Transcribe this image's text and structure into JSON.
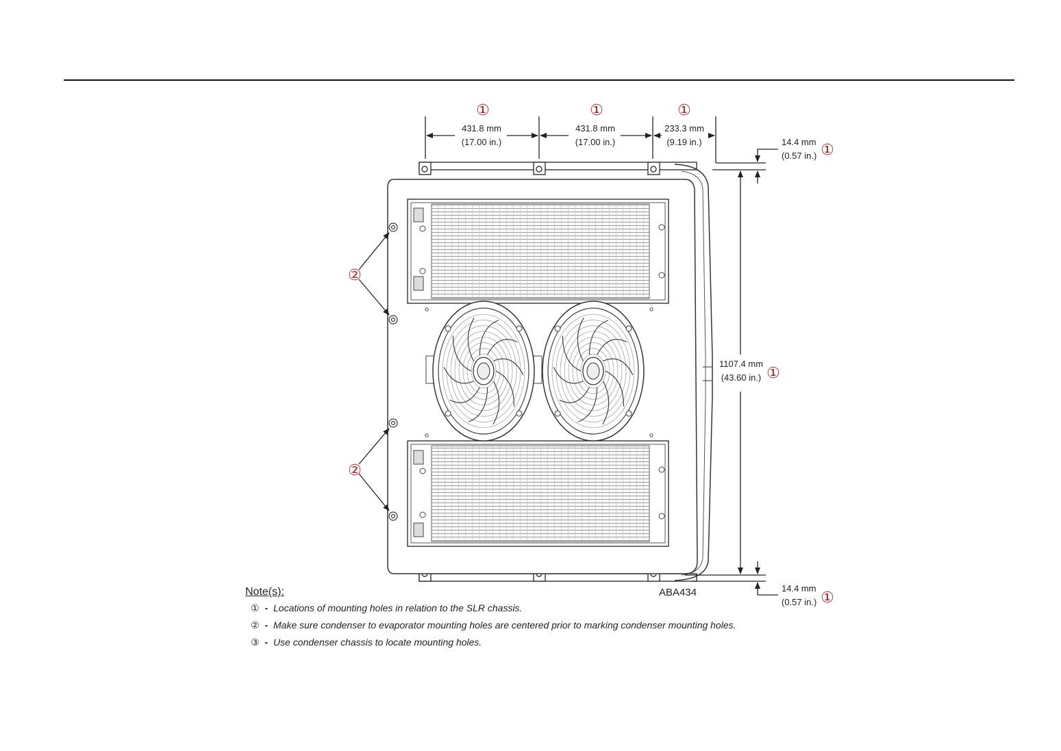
{
  "callout_symbols": {
    "one": "①",
    "two": "②",
    "three": "③"
  },
  "dimensions": {
    "top1": {
      "mm": "431.8 mm",
      "in": "(17.00 in.)"
    },
    "top2": {
      "mm": "431.8 mm",
      "in": "(17.00 in.)"
    },
    "top3": {
      "mm": "233.3 mm",
      "in": "(9.19 in.)"
    },
    "right_top": {
      "mm": "14.4 mm",
      "in": "(0.57 in.)"
    },
    "height": {
      "mm": "1107.4 mm",
      "in": "(43.60 in.)"
    },
    "right_bottom": {
      "mm": "14.4 mm",
      "in": "(0.57 in.)"
    }
  },
  "figure_id": "ABA434",
  "notes": {
    "header": "Note(s):",
    "items": [
      {
        "sym": "①",
        "dash": "-",
        "text": "Locations of mounting holes in relation to the SLR chassis."
      },
      {
        "sym": "②",
        "dash": "-",
        "text": "Make sure condenser to evaporator mounting holes are centered prior to marking condenser mounting holes."
      },
      {
        "sym": "③",
        "dash": "-",
        "text": "Use condenser chassis to locate mounting holes."
      }
    ]
  },
  "colors": {
    "callout": "#b0272f",
    "line": "#222222",
    "grille": "#888888"
  }
}
